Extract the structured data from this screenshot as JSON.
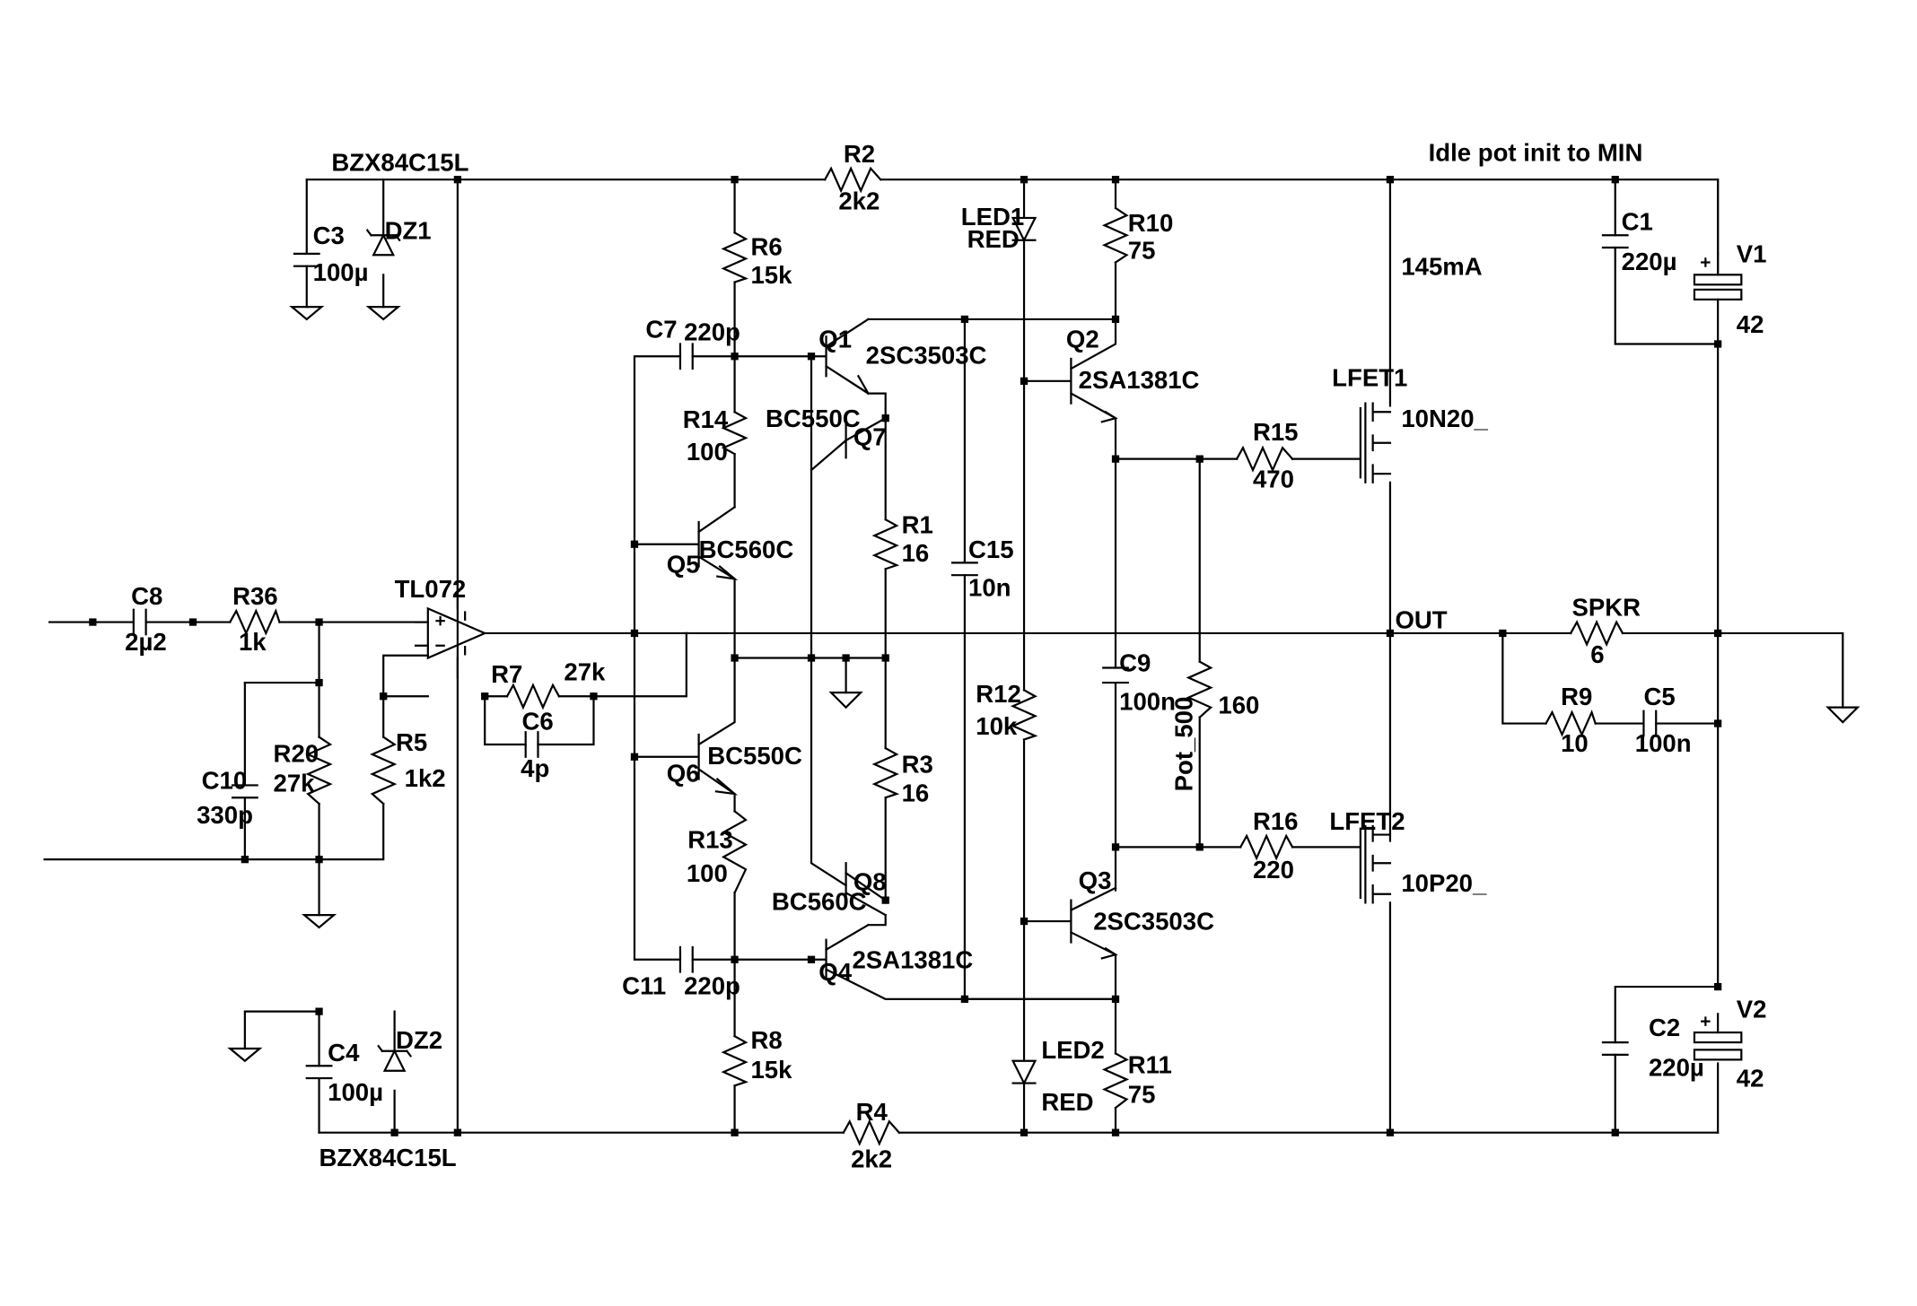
{
  "note": "Idle pot init to MIN",
  "current_label": "145mA",
  "out_label": "OUT",
  "components": {
    "dz1_part": "BZX84C15L",
    "dz2_part": "BZX84C15L",
    "c3": "C3",
    "c3_val": "100µ",
    "dz1": "DZ1",
    "dz2": "DZ2",
    "r2": "R2",
    "r2_val": "2k2",
    "r4": "R4",
    "r4_val": "2k2",
    "r6": "R6",
    "r6_val": "15k",
    "r8": "R8",
    "r8_val": "15k",
    "led1": "LED1",
    "led1_color": "RED",
    "led2": "LED2",
    "led2_color": "RED",
    "r10": "R10",
    "r10_val": "75",
    "r11": "R11",
    "r11_val": "75",
    "c1": "C1",
    "c1_val": "220µ",
    "c2": "C2",
    "c2_val": "220µ",
    "v1": "V1",
    "v1_val": "42",
    "v2": "V2",
    "v2_val": "42",
    "c7": "C7",
    "c7_val": "220p",
    "c11": "C11",
    "c11_val": "220p",
    "q1": "Q1",
    "q1_part": "2SC3503C",
    "q2": "Q2",
    "q2_part": "2SA1381C",
    "q3": "Q3",
    "q3_part": "2SC3503C",
    "q4": "Q4",
    "q4_part": "2SA1381C",
    "q5": "Q5",
    "q5_part": "BC560C",
    "q6": "Q6",
    "q6_part": "BC550C",
    "q7": "Q7",
    "q7_part": "BC550C",
    "q8": "Q8",
    "q8_part": "BC560C",
    "lfet1": "LFET1",
    "lfet1_part": "10N20_",
    "lfet2": "LFET2",
    "lfet2_part": "10P20_",
    "r14": "R14",
    "r14_val": "100",
    "r13": "R13",
    "r13_val": "100",
    "r1": "R1",
    "r1_val": "16",
    "r3": "R3",
    "r3_val": "16",
    "c15": "C15",
    "c15_val": "10n",
    "r15": "R15",
    "r15_val": "470",
    "r16": "R16",
    "r16_val": "220",
    "c8": "C8",
    "c8_val": "2µ2",
    "r36": "R36",
    "r36_val": "1k",
    "opamp": "TL072",
    "r7": "R7",
    "r7_val": "27k",
    "c6": "C6",
    "c6_val": "4p",
    "r20": "R20",
    "r20_val": "27k",
    "r5": "R5",
    "r5_val": "1k2",
    "c10": "C10",
    "c10_val": "330p",
    "r12": "R12",
    "r12_val": "10k",
    "c9": "C9",
    "c9_val": "100n",
    "pot": "Pot_500",
    "pot_val": "160",
    "spkr": "SPKR",
    "spkr_val": "6",
    "r9": "R9",
    "r9_val": "10",
    "c5": "C5",
    "c5_val": "100n",
    "c4": "C4",
    "c4_val": "100µ"
  }
}
